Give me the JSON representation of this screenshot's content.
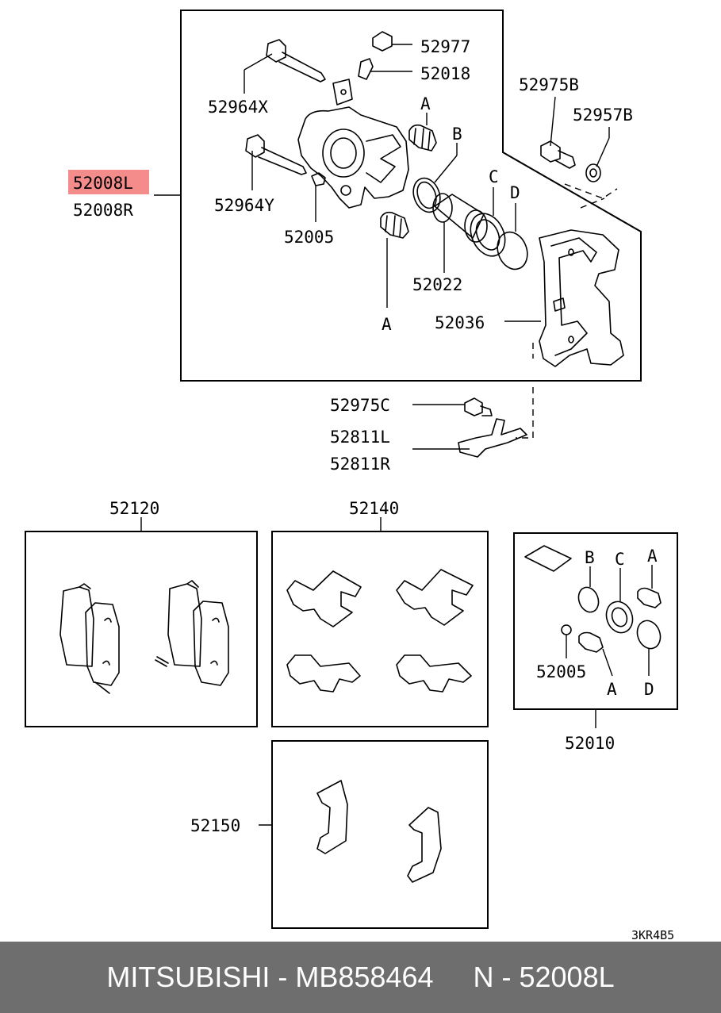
{
  "labels": {
    "p52977": "52977",
    "p52018": "52018",
    "p52964x": "52964X",
    "p52975b": "52975B",
    "p52957b": "52957B",
    "a1": "A",
    "b1": "B",
    "c1": "C",
    "d1": "D",
    "p52008l": "52008L",
    "p52008r": "52008R",
    "p52964y": "52964Y",
    "p52005a": "52005",
    "p52022": "52022",
    "a2": "A",
    "p52036": "52036",
    "p52975c": "52975C",
    "p52811l": "52811L",
    "p52811r": "52811R",
    "p52120": "52120",
    "p52140": "52140",
    "b2": "B",
    "c2": "C",
    "a3": "A",
    "p52005b": "52005",
    "a4": "A",
    "d2": "D",
    "p52010": "52010",
    "p52150": "52150",
    "ref": "3KR4B5"
  },
  "footer": {
    "text": "MITSUBISHI - MB858464     N - 52008L"
  },
  "colors": {
    "highlight": "#f48c8c",
    "footer_bg": "#6e6e6e"
  }
}
